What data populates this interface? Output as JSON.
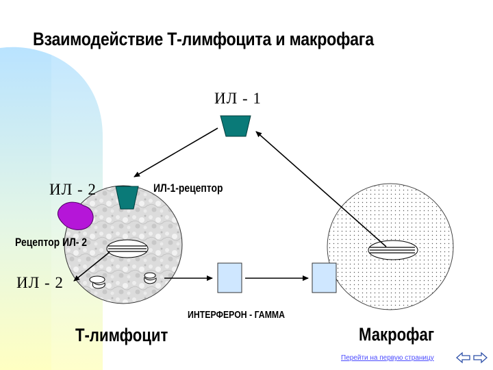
{
  "title": "Взаимодействие  Т-лимфоцита и макрофага",
  "labels": {
    "il1_top": "ИЛ - 1",
    "il2_left": "ИЛ - 2",
    "il1_receptor": "ИЛ-1-рецептор",
    "il2_receptor": "Рецептор ИЛ- 2",
    "il2_secreted": "ИЛ - 2",
    "interferon": "ИНТЕРФЕРОН - ГАММА",
    "t_lymphocyte": "Т-лимфоцит",
    "macrophage": "Макрофаг"
  },
  "footer": {
    "link": "Перейти на первую страницу",
    "nav_icons": [
      "arrow-left-icon",
      "arrow-right-icon"
    ]
  },
  "colors": {
    "receptor_teal": "#0a7a78",
    "il2_purple": "#b516d8",
    "interferon_blue": "#cfe7ff",
    "background_gradient": "#ffffcc",
    "background_gradient_blue": "#b9e3ff"
  }
}
